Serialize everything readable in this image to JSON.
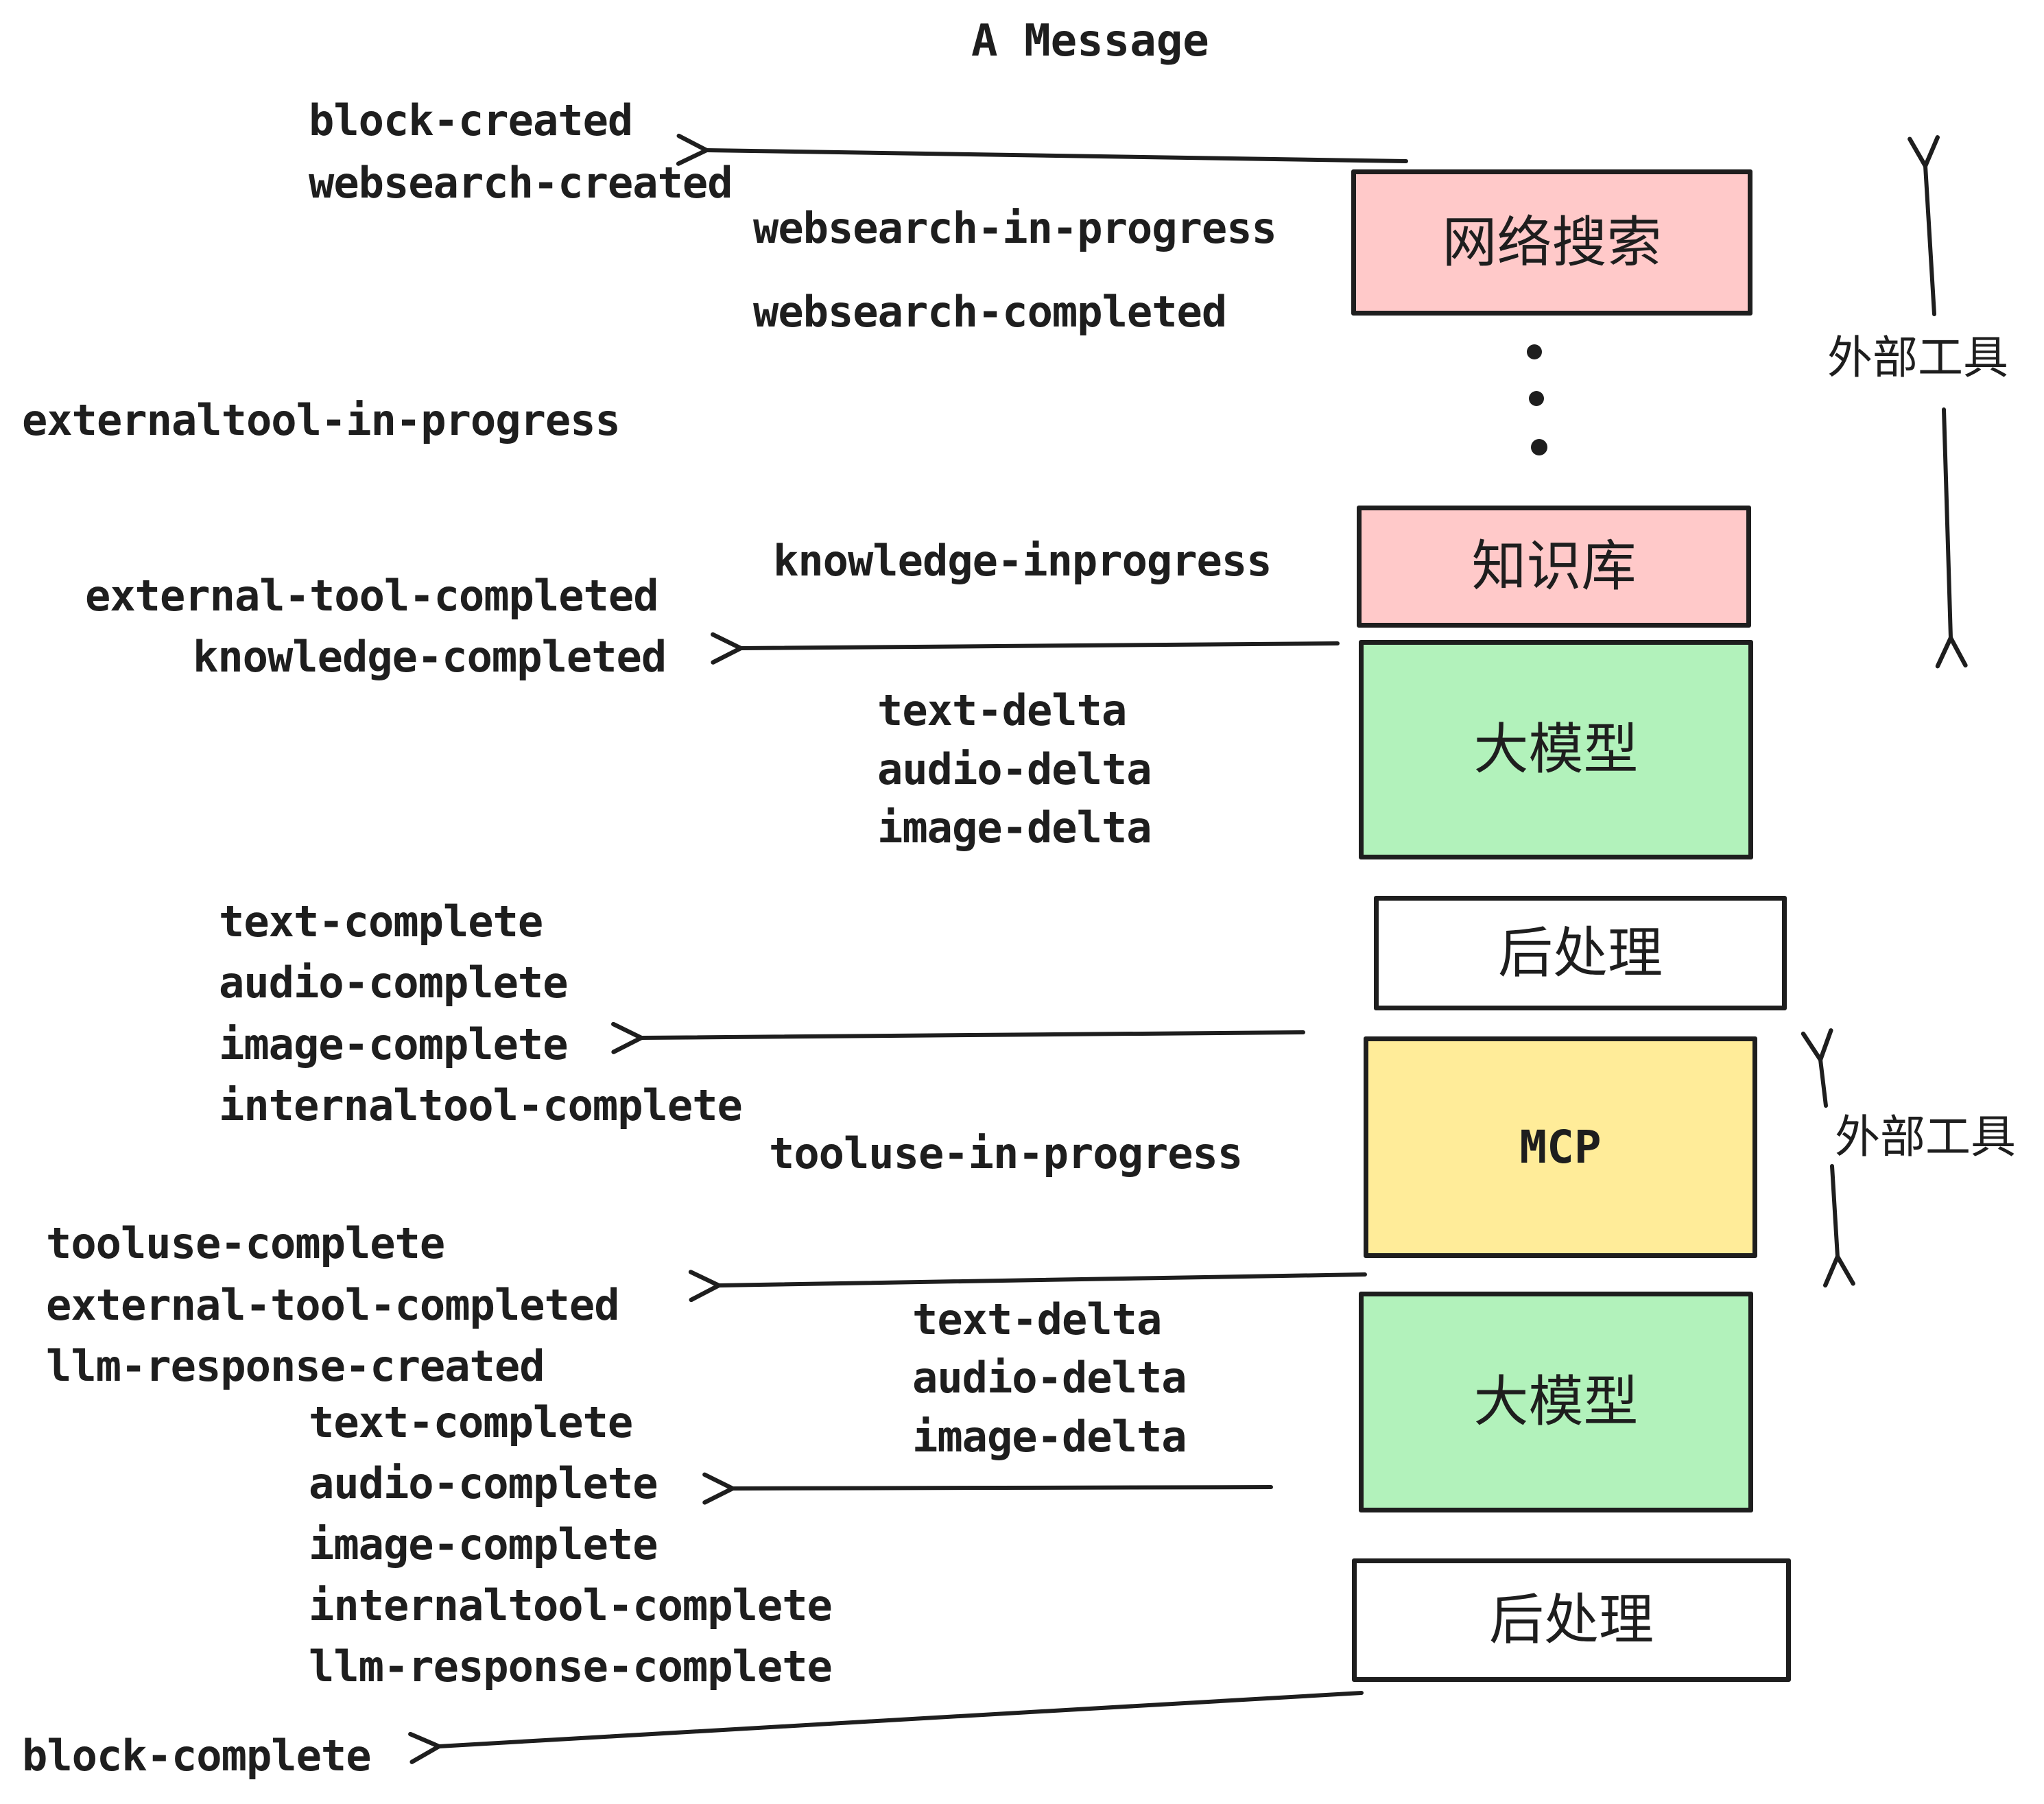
{
  "title": "A Message",
  "colors": {
    "stroke": "#1e1e1e",
    "pink_fill": "#ffc9c9",
    "green_fill": "#b2f2bb",
    "yellow_fill": "#ffec99",
    "white_fill": "#ffffff",
    "background": "#ffffff"
  },
  "boxes": {
    "websearch": {
      "label": "网络搜索",
      "fill": "#ffc9c9"
    },
    "knowledge": {
      "label": "知识库",
      "fill": "#ffc9c9"
    },
    "llm_top": {
      "label": "大模型",
      "fill": "#b2f2bb"
    },
    "post_top": {
      "label": "后处理",
      "fill": "#ffffff"
    },
    "mcp": {
      "label": "MCP",
      "fill": "#ffec99"
    },
    "llm_bottom": {
      "label": "大模型",
      "fill": "#b2f2bb"
    },
    "post_bottom": {
      "label": "后处理",
      "fill": "#ffffff"
    }
  },
  "side_labels": {
    "external_tools_top": "外部工具",
    "external_tools_bottom": "外部工具"
  },
  "events": {
    "block_created": "block-created",
    "websearch_created": "websearch-created",
    "websearch_in_progress": "websearch-in-progress",
    "websearch_completed": "websearch-completed",
    "externaltool_in_progress": "externaltool-in-progress",
    "knowledge_inprogress": "knowledge-inprogress",
    "external_tool_completed_1": "external-tool-completed",
    "knowledge_completed": "knowledge-completed",
    "text_delta_1": "text-delta",
    "audio_delta_1": "audio-delta",
    "image_delta_1": "image-delta",
    "text_complete_1": "text-complete",
    "audio_complete_1": "audio-complete",
    "image_complete_1": "image-complete",
    "internaltool_complete_1": "internaltool-complete",
    "tooluse_in_progress": "tooluse-in-progress",
    "tooluse_complete": "tooluse-complete",
    "external_tool_completed_2": "external-tool-completed",
    "llm_response_created": "llm-response-created",
    "text_delta_2": "text-delta",
    "audio_delta_2": "audio-delta",
    "image_delta_2": "image-delta",
    "text_complete_2": "text-complete",
    "audio_complete_2": "audio-complete",
    "image_complete_2": "image-complete",
    "internaltool_complete_2": "internaltool-complete",
    "llm_response_complete": "llm-response-complete",
    "block_complete": "block-complete"
  }
}
